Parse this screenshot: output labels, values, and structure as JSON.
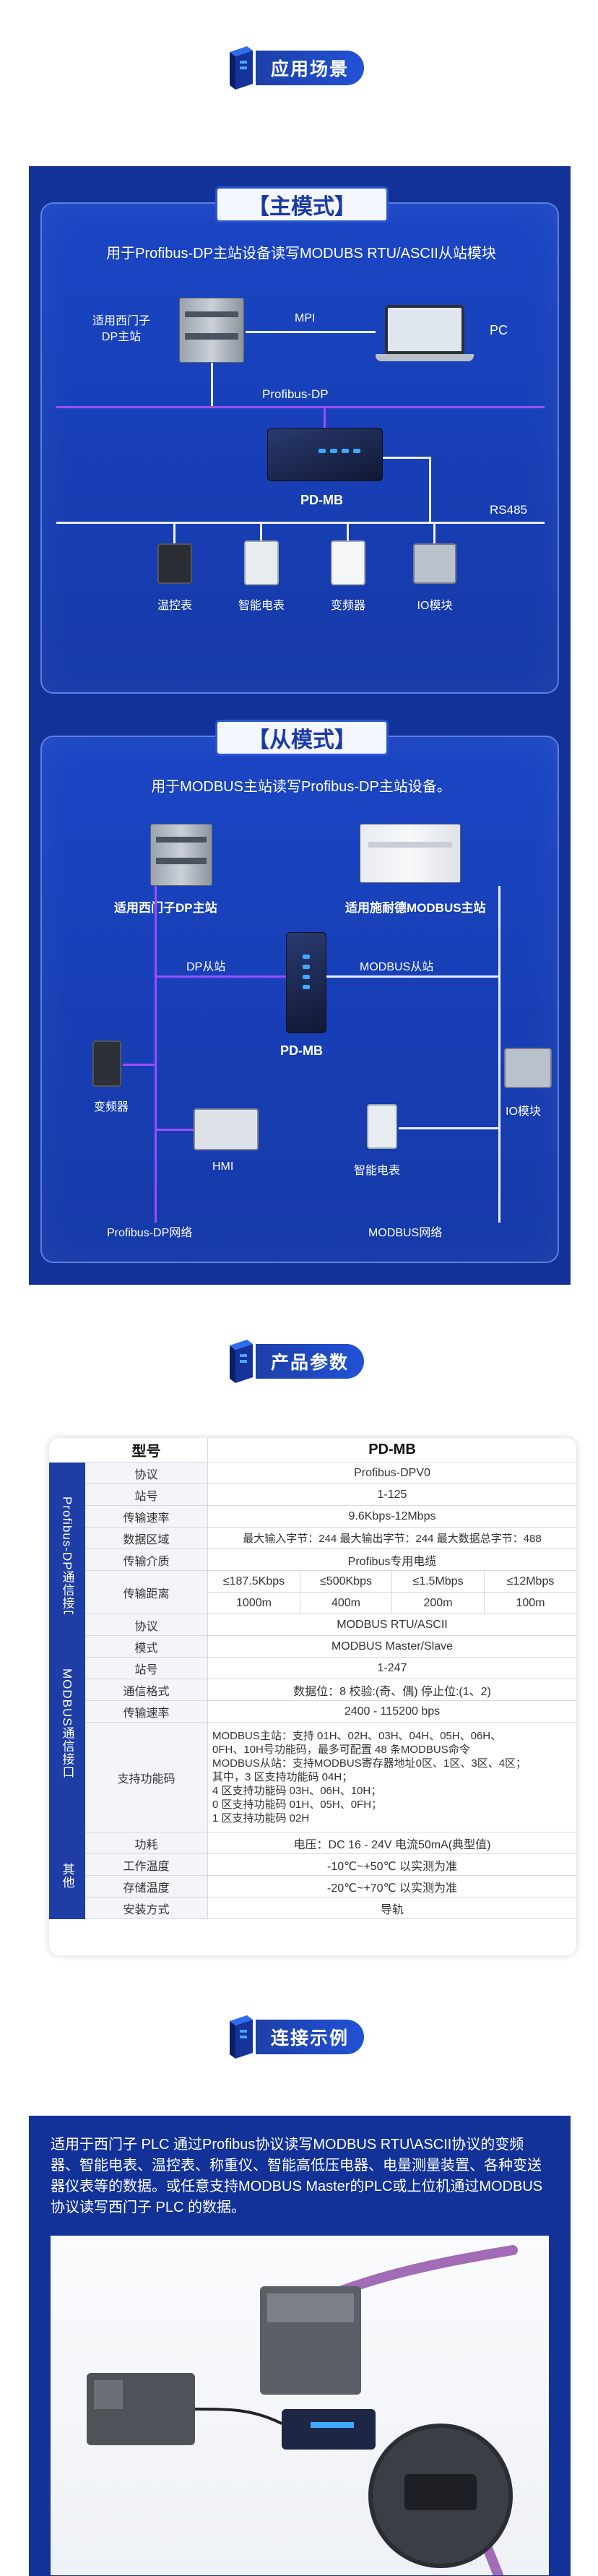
{
  "sections": {
    "scene": "应用场景",
    "params": "产品参数",
    "connect": "连接示例"
  },
  "master_mode": {
    "title": "【主模式】",
    "desc": "用于Profibus-DP主站设备读写MODUBS RTU/ASCII从站模块",
    "plc_label": "适用西门子\nDP主站",
    "mpi": "MPI",
    "pc": "PC",
    "profibus": "Profibus-DP",
    "device": "PD-MB",
    "rs485": "RS485",
    "devices": [
      "温控表",
      "智能电表",
      "变频器",
      "IO模块"
    ]
  },
  "slave_mode": {
    "title": "【从模式】",
    "desc": "用于MODBUS主站读写Profibus-DP主站设备。",
    "plc_label": "适用西门子DP主站",
    "schneider_label": "适用施耐德MODBUS主站",
    "dp_slave": "DP从站",
    "modbus_slave": "MODBUS从站",
    "device": "PD-MB",
    "vfd": "变频器",
    "hmi": "HMI",
    "io": "IO模块",
    "meter": "智能电表",
    "profibus_net": "Profibus-DP网络",
    "modbus_net": "MODBUS网络"
  },
  "table": {
    "header_key": "型号",
    "header_val": "PD-MB",
    "group1": "Profibus-DP通信接口",
    "group2": "MODBUS通信接口",
    "group3": "其他",
    "rows1": [
      {
        "k": "协议",
        "v": "Profibus-DPV0"
      },
      {
        "k": "站号",
        "v": "1-125"
      },
      {
        "k": "传输速率",
        "v": "9.6Kbps-12Mbps"
      },
      {
        "k": "数据区域",
        "v": "最大输入字节：244 最大输出字节：244 最大数据总字节：488"
      },
      {
        "k": "传输介质",
        "v": "Profibus专用电缆"
      }
    ],
    "dist_key": "传输距离",
    "dist_speeds": [
      "≤187.5Kbps",
      "≤500Kbps",
      "≤1.5Mbps",
      "≤12Mbps"
    ],
    "dist_values": [
      "1000m",
      "400m",
      "200m",
      "100m"
    ],
    "rows2": [
      {
        "k": "协议",
        "v": "MODBUS RTU/ASCII"
      },
      {
        "k": "模式",
        "v": "MODBUS Master/Slave"
      },
      {
        "k": "站号",
        "v": "1-247"
      },
      {
        "k": "通信格式",
        "v": "数据位：8 校验:(奇、偶)  停止位:(1、2)"
      },
      {
        "k": "传输速率",
        "v": "2400 - 115200 bps"
      }
    ],
    "func_key": "支持功能码",
    "func_lines": [
      "MODBUS主站：支持 01H、02H、03H、04H、05H、06H、",
      "0FH、10H号功能码，最多可配置 48 条MODBUS命令",
      "MODBUS从站：支持MODBUS寄存器地址0区、1区、3区、4区；",
      "其中，3 区支持功能码 04H；",
      "4 区支持功能码 03H、06H、10H；",
      "0 区支持功能码 01H、05H、0FH；",
      "1 区支持功能码 02H"
    ],
    "rows3": [
      {
        "k": "功耗",
        "v": "电压：DC 16 - 24V  电流50mA(典型值)"
      },
      {
        "k": "工作温度",
        "v": "-10℃~+50℃  以实测为准"
      },
      {
        "k": "存储温度",
        "v": "-20℃~+70℃  以实测为准"
      },
      {
        "k": "安装方式",
        "v": "导轨"
      }
    ]
  },
  "connect": {
    "text": "适用于西门子 PLC 通过Profibus协议读写MODBUS RTU\\ASCII协议的变频器、智能电表、温控表、称重仪、智能高低压电器、电量测量装置、各种变送器仪表等的数据。或任意支持MODBUS Master的PLC或上位机通过MODBUS协议读写西门子 PLC 的数据。"
  },
  "colors": {
    "panel": "#12329a",
    "accent": "#2152d6",
    "purple_line": "#9b4dff"
  }
}
